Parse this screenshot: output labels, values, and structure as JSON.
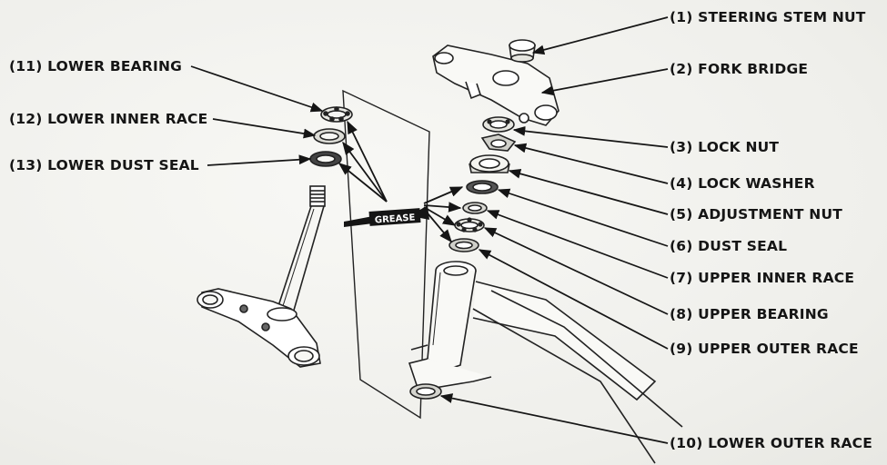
{
  "callouts": [
    {
      "num": "(1)",
      "text": "STEERING STEM NUT"
    },
    {
      "num": "(2)",
      "text": "FORK BRIDGE"
    },
    {
      "num": "(3)",
      "text": "LOCK NUT"
    },
    {
      "num": "(4)",
      "text": "LOCK WASHER"
    },
    {
      "num": "(5)",
      "text": "ADJUSTMENT NUT"
    },
    {
      "num": "(6)",
      "text": "DUST SEAL"
    },
    {
      "num": "(7)",
      "text": "UPPER INNER RACE"
    },
    {
      "num": "(8)",
      "text": "UPPER BEARING"
    },
    {
      "num": "(9)",
      "text": "UPPER OUTER RACE"
    },
    {
      "num": "(10)",
      "text": "LOWER OUTER RACE"
    },
    {
      "num": "(11)",
      "text": "LOWER BEARING"
    },
    {
      "num": "(12)",
      "text": "LOWER INNER RACE"
    },
    {
      "num": "(13)",
      "text": "LOWER DUST SEAL"
    }
  ],
  "grease_label": "GREASE"
}
